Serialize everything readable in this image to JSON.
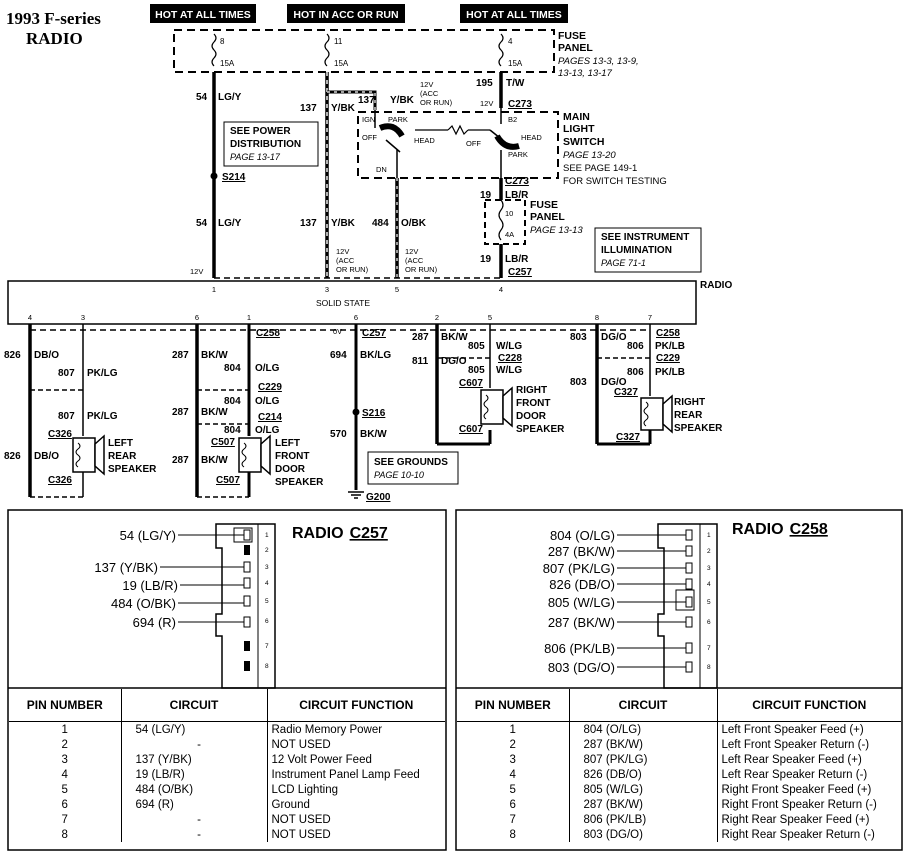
{
  "title": {
    "line1": "1993 F-series",
    "line2": "RADIO"
  },
  "power_labels": [
    "HOT AT ALL TIMES",
    "HOT IN ACC OR RUN",
    "HOT AT ALL TIMES"
  ],
  "fuse_panel": {
    "title": "FUSE PANEL",
    "pages": "PAGES 13-3, 13-9, 13-13, 13-17",
    "fuses": [
      {
        "num": "8",
        "amp": "15A"
      },
      {
        "num": "11",
        "amp": "15A"
      },
      {
        "num": "4",
        "amp": "15A"
      }
    ]
  },
  "fuse_panel2": {
    "title": "FUSE PANEL",
    "page": "PAGE 13-13",
    "num": "10",
    "amp": "4A"
  },
  "light_switch": {
    "title": "MAIN LIGHT SWITCH",
    "page": "PAGE 13-20",
    "see": "SEE PAGE 149-1",
    "testing": "FOR SWITCH TESTING",
    "labels": [
      "IGN",
      "PARK",
      "B2",
      "HEAD",
      "OFF",
      "HEAD",
      "OFF",
      "PARK",
      "DN"
    ]
  },
  "see_boxes": {
    "power": {
      "text1": "SEE POWER",
      "text2": "DISTRIBUTION",
      "page": "PAGE 13-17"
    },
    "instrument": {
      "text1": "SEE INSTRUMENT",
      "text2": "ILLUMINATION",
      "page": "PAGE 71-1"
    },
    "grounds": {
      "text1": "SEE GROUNDS",
      "page": "PAGE 10-10"
    }
  },
  "wires": {
    "w54": "54",
    "lgy": "LG/Y",
    "w137": "137",
    "ybk": "Y/BK",
    "w195": "195",
    "tw": "T/W",
    "w484": "484",
    "obk": "O/BK",
    "w19": "19",
    "lbr": "LB/R",
    "w826": "826",
    "dbo": "DB/O",
    "w807": "807",
    "pklg": "PK/LG",
    "w287": "287",
    "bkw": "BK/W",
    "w804": "804",
    "olg": "O/LG",
    "w694": "694",
    "bklg": "BK/LG",
    "w570": "570",
    "w811": "811",
    "dgo": "DG/O",
    "w805": "805",
    "wlg": "W/LG",
    "w803": "803",
    "w806": "806",
    "pklb": "PK/LB"
  },
  "volt_notes": {
    "v12": "12V",
    "acc1": "(ACC",
    "acc2": "OR RUN)",
    "v0": "0V",
    "v12b": "12V",
    "acc3": "(ACC",
    "acc4": "OR RUN)"
  },
  "connectors": [
    "C273",
    "C273",
    "C257",
    "C258",
    "C257",
    "C229",
    "C214",
    "C258",
    "C228",
    "C229",
    "C326",
    "C326",
    "C507",
    "C507",
    "C607",
    "C607",
    "C327",
    "C327",
    "S214",
    "S216",
    "G200"
  ],
  "radio": {
    "label": "RADIO",
    "solid_state": "SOLID STATE",
    "top_pins": [
      "1",
      "3",
      "5",
      "4"
    ],
    "bottom_pins": [
      "4",
      "3",
      "6",
      "1",
      "6",
      "2",
      "5",
      "8",
      "7"
    ]
  },
  "speakers": [
    {
      "l1": "LEFT",
      "l2": "REAR",
      "l3": "SPEAKER"
    },
    {
      "l1": "LEFT",
      "l2": "FRONT",
      "l3": "DOOR",
      "l4": "SPEAKER"
    },
    {
      "l1": "RIGHT",
      "l2": "FRONT",
      "l3": "DOOR",
      "l4": "SPEAKER"
    },
    {
      "l1": "RIGHT",
      "l2": "REAR",
      "l3": "SPEAKER"
    }
  ],
  "c257": {
    "title_prefix": "RADIO",
    "title_conn": "C257",
    "leads": [
      "54 (LG/Y)",
      "137 (Y/BK)",
      "19 (LB/R)",
      "484 (O/BK)",
      "694 (R)"
    ],
    "pins": [
      "1",
      "2",
      "3",
      "4",
      "5",
      "6",
      "7",
      "8"
    ],
    "headers": [
      "PIN NUMBER",
      "CIRCUIT",
      "CIRCUIT FUNCTION"
    ],
    "rows": [
      [
        "1",
        "54  (LG/Y)",
        "Radio Memory Power"
      ],
      [
        "2",
        "-",
        "NOT  USED"
      ],
      [
        "3",
        "137  (Y/BK)",
        "12 Volt Power Feed"
      ],
      [
        "4",
        "19  (LB/R)",
        "Instrument Panel Lamp Feed"
      ],
      [
        "5",
        "484  (O/BK)",
        "LCD Lighting"
      ],
      [
        "6",
        "694  (R)",
        "Ground"
      ],
      [
        "7",
        "-",
        "NOT  USED"
      ],
      [
        "8",
        "-",
        "NOT  USED"
      ]
    ]
  },
  "c258": {
    "title_prefix": "RADIO",
    "title_conn": "C258",
    "leads": [
      "804  (O/LG)",
      "287  (BK/W)",
      "807  (PK/LG)",
      "826  (DB/O)",
      "805  (W/LG)",
      "287  (BK/W)",
      "806  (PK/LB)",
      "803  (DG/O)"
    ],
    "pins": [
      "1",
      "2",
      "3",
      "4",
      "5",
      "6",
      "7",
      "8"
    ],
    "headers": [
      "PIN NUMBER",
      "CIRCUIT",
      "CIRCUIT  FUNCTION"
    ],
    "rows": [
      [
        "1",
        "804  (O/LG)",
        "Left Front Speaker Feed (+)"
      ],
      [
        "2",
        "287  (BK/W)",
        "Left Front Speaker Return (-)"
      ],
      [
        "3",
        "807  (PK/LG)",
        "Left Rear Speaker Feed (+)"
      ],
      [
        "4",
        "826  (DB/O)",
        "Left Rear Speaker Return (-)"
      ],
      [
        "5",
        "805  (W/LG)",
        "Right Front Speaker Feed (+)"
      ],
      [
        "6",
        "287  (BK/W)",
        "Right Front Speaker Return (-)"
      ],
      [
        "7",
        "806  (PK/LB)",
        "Right Rear Speaker Feed (+)"
      ],
      [
        "8",
        "803  (DG/O)",
        "Right Rear Speaker Return (-)"
      ]
    ]
  }
}
